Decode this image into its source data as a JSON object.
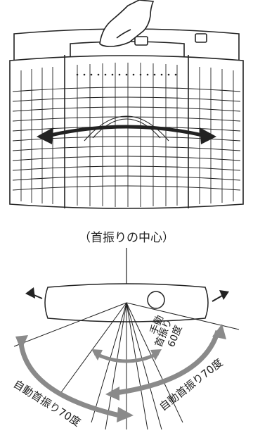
{
  "center_label": "（首振りの中心）",
  "auto_swing_left_label": "自動首振り70度",
  "auto_swing_right_label": "自動首振り70度",
  "manual_swing_label": {
    "line1": "手動",
    "line2": "首振り",
    "line3": "60度"
  },
  "colors": {
    "ink": "#222222",
    "arrow_gray": "#8a8a8a",
    "background": "#ffffff"
  }
}
